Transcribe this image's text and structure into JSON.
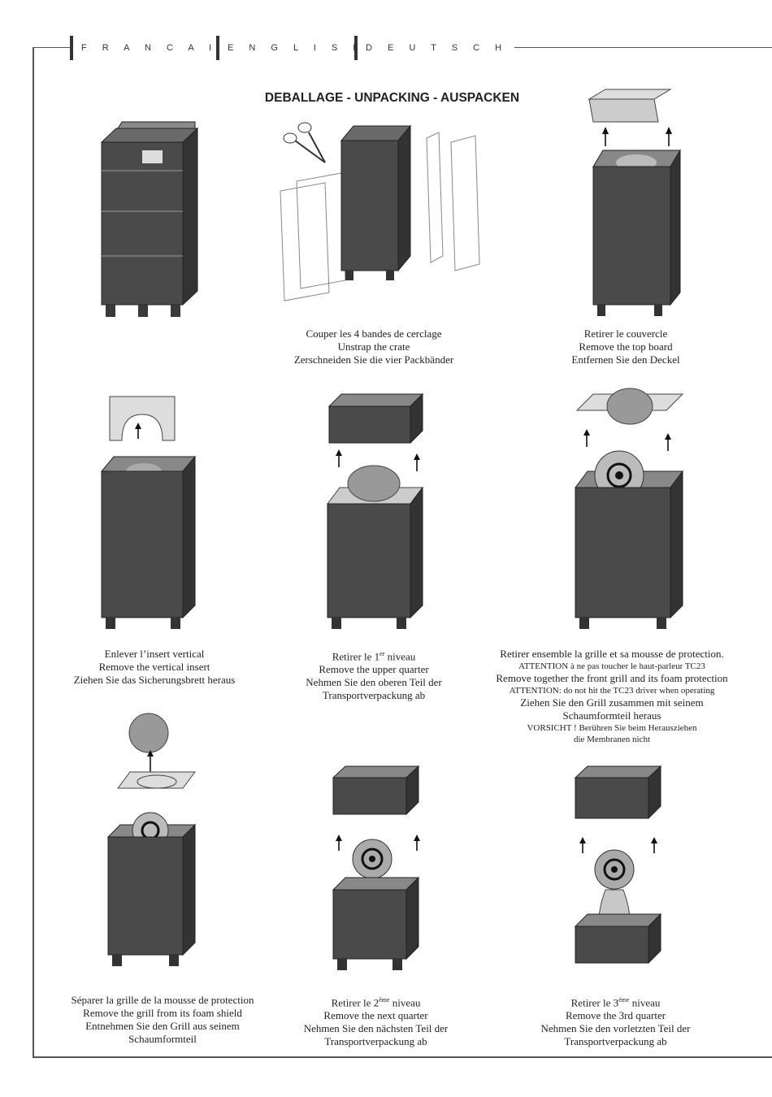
{
  "header": {
    "tabs": [
      {
        "label": "F R A N C A I S"
      },
      {
        "label": "E N G L I S H"
      },
      {
        "label": "D E U T S C H"
      }
    ],
    "title": "DEBALLAGE - UNPACKING - AUSPACKEN"
  },
  "steps": [
    {
      "fr": "Couper les 4 bandes de cerclage",
      "en": "Unstrap the crate",
      "de": "Zerschneiden Sie die vier Packbänder"
    },
    {
      "fr": "Retirer le couvercle",
      "en": "Remove the top board",
      "de": "Entfernen Sie den Deckel"
    },
    {
      "fr": "Enlever l’insert vertical",
      "en": "Remove the vertical insert",
      "de": "Ziehen Sie das Sicherungsbrett heraus"
    },
    {
      "fr_pre": "Retirer le 1",
      "fr_sup": "er",
      "fr_post": " niveau",
      "en": "Remove the upper quarter",
      "de1": "Nehmen Sie den oberen Teil der",
      "de2": "Transportverpackung ab"
    },
    {
      "fr": "Retirer ensemble  la grille et sa mousse de protection.",
      "fr_warn": "ATTENTION à ne pas toucher le haut-parleur TC23",
      "en": "Remove together the front grill and its  foam protection",
      "en_warn": "ATTENTION: do not hit the TC23 driver when operating",
      "de1": "Ziehen Sie den Grill zusammen mit seinem",
      "de2": "Schaumformteil heraus",
      "de_warn1": "VORSICHT ! Berühren Sie beim Herausziehen",
      "de_warn2": "die Membranen nicht"
    },
    {
      "fr": "Séparer la grille de la mousse de protection",
      "en": "Remove the grill from its foam shield",
      "de1": "Entnehmen Sie den Grill aus seinem",
      "de2": "Schaumformteil"
    },
    {
      "fr_pre": "Retirer le 2",
      "fr_sup": "ème",
      "fr_post": " niveau",
      "en": "Remove the next quarter",
      "de1": "Nehmen Sie den nächsten Teil der",
      "de2": "Transportverpackung ab"
    },
    {
      "fr_pre": "Retirer le 3",
      "fr_sup": "ème",
      "fr_post": " niveau",
      "en": "Remove the 3rd quarter",
      "de1": "Nehmen Sie den vorletzten Teil der",
      "de2": "Transportverpackung ab"
    }
  ],
  "colors": {
    "crate": "#4a4a4a",
    "crate_dark": "#2e2e2e",
    "crate_light": "#7a7a7a",
    "line": "#555555"
  },
  "icons": [
    "scissors-icon",
    "up-arrow-icon"
  ]
}
